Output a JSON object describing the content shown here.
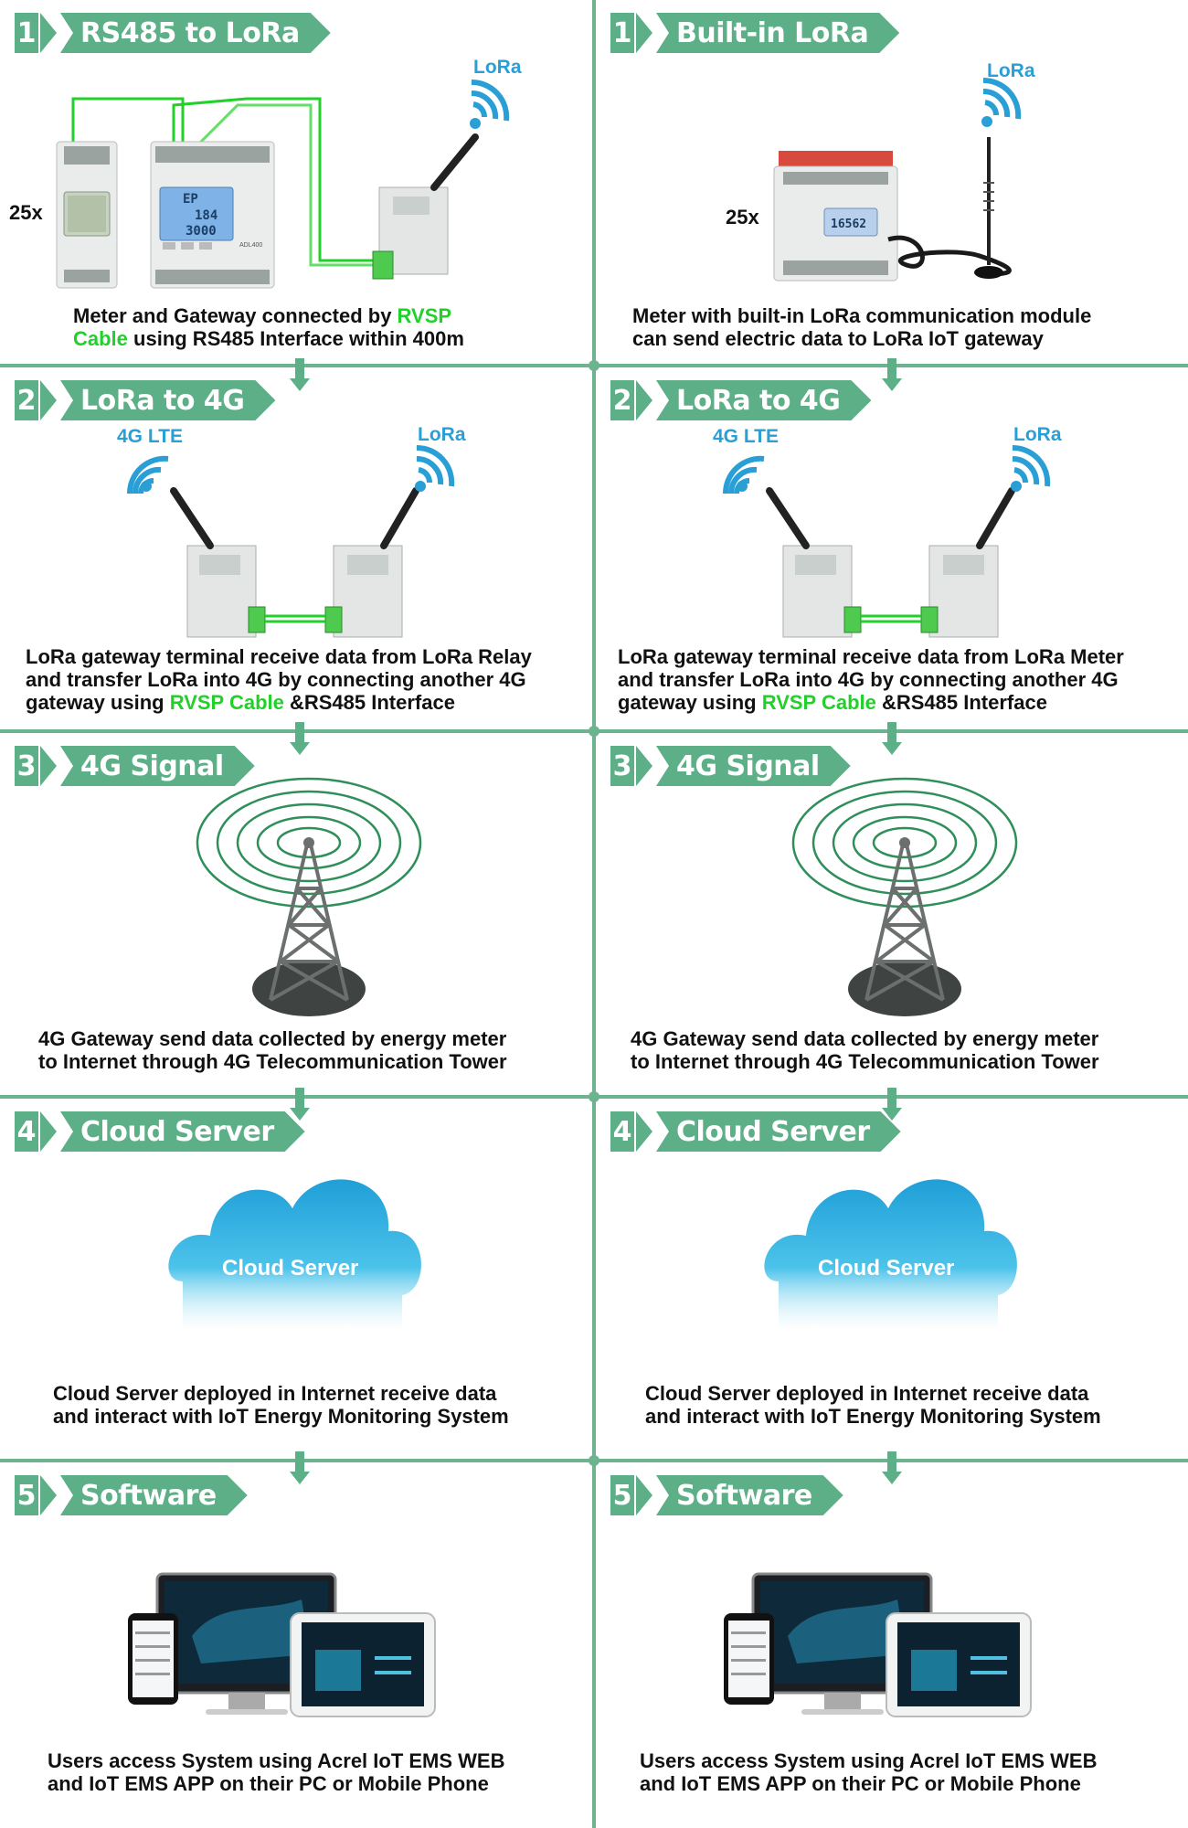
{
  "steps": {
    "left": [
      {
        "num": "1",
        "title": "RS485 to LoRa",
        "count": "25x",
        "wifi": "LoRa",
        "caption_a": "Meter and Gateway connected by ",
        "caption_hl": "RVSP",
        "caption_b": "",
        "caption2_hl": "Cable",
        "caption2_b": " using RS485 Interface within 400m"
      },
      {
        "num": "2",
        "title": "LoRa to 4G",
        "wifi_left": "4G LTE",
        "wifi_right": "LoRa",
        "line1": "LoRa gateway terminal receive data from LoRa Relay",
        "line2": "and transfer LoRa into 4G by connecting another 4G",
        "line3_a": "gateway using ",
        "line3_hl": "RVSP Cable",
        "line3_b": " &RS485 Interface"
      },
      {
        "num": "3",
        "title": "4G Signal",
        "line1": "4G Gateway send data collected by energy meter",
        "line2": "to Internet through 4G Telecommunication Tower"
      },
      {
        "num": "4",
        "title": "Cloud Server",
        "cloud_label": "Cloud Server",
        "line1": "Cloud Server deployed in Internet receive data",
        "line2": "and interact with IoT Energy Monitoring System"
      },
      {
        "num": "5",
        "title": "Software",
        "line1": "Users access System using Acrel IoT EMS WEB",
        "line2": "and IoT EMS APP on their PC or Mobile Phone"
      }
    ],
    "right": [
      {
        "num": "1",
        "title": "Built-in LoRa",
        "count": "25x",
        "wifi": "LoRa",
        "meter_reading": "16562",
        "line1": "Meter with built-in LoRa communication module",
        "line2": "can send electric data to LoRa IoT gateway"
      },
      {
        "num": "2",
        "title": "LoRa to 4G",
        "wifi_left": "4G LTE",
        "wifi_right": "LoRa",
        "line1": "LoRa gateway terminal receive data from LoRa Meter",
        "line2": "and transfer LoRa into 4G by connecting another 4G",
        "line3_a": "gateway using ",
        "line3_hl": "RVSP Cable",
        "line3_b": " &RS485 Interface"
      },
      {
        "num": "3",
        "title": "4G Signal",
        "line1": "4G Gateway send data collected by energy meter",
        "line2": "to Internet through 4G Telecommunication Tower"
      },
      {
        "num": "4",
        "title": "Cloud Server",
        "cloud_label": "Cloud Server",
        "line1": "Cloud Server deployed in Internet receive data",
        "line2": "and interact with IoT Energy Monitoring System"
      },
      {
        "num": "5",
        "title": "Software",
        "line1": "Users access System using Acrel IoT EMS WEB",
        "line2": "and IoT EMS APP on their PC or Mobile Phone"
      }
    ]
  },
  "meter_display": {
    "l1": "EP",
    "l2": "184",
    "l3": "3000",
    "model": "ADL400"
  },
  "colors": {
    "accent": "#5daf88",
    "grid": "#6db38f",
    "highlight": "#22d02a",
    "wifi": "#2a9fd6"
  }
}
